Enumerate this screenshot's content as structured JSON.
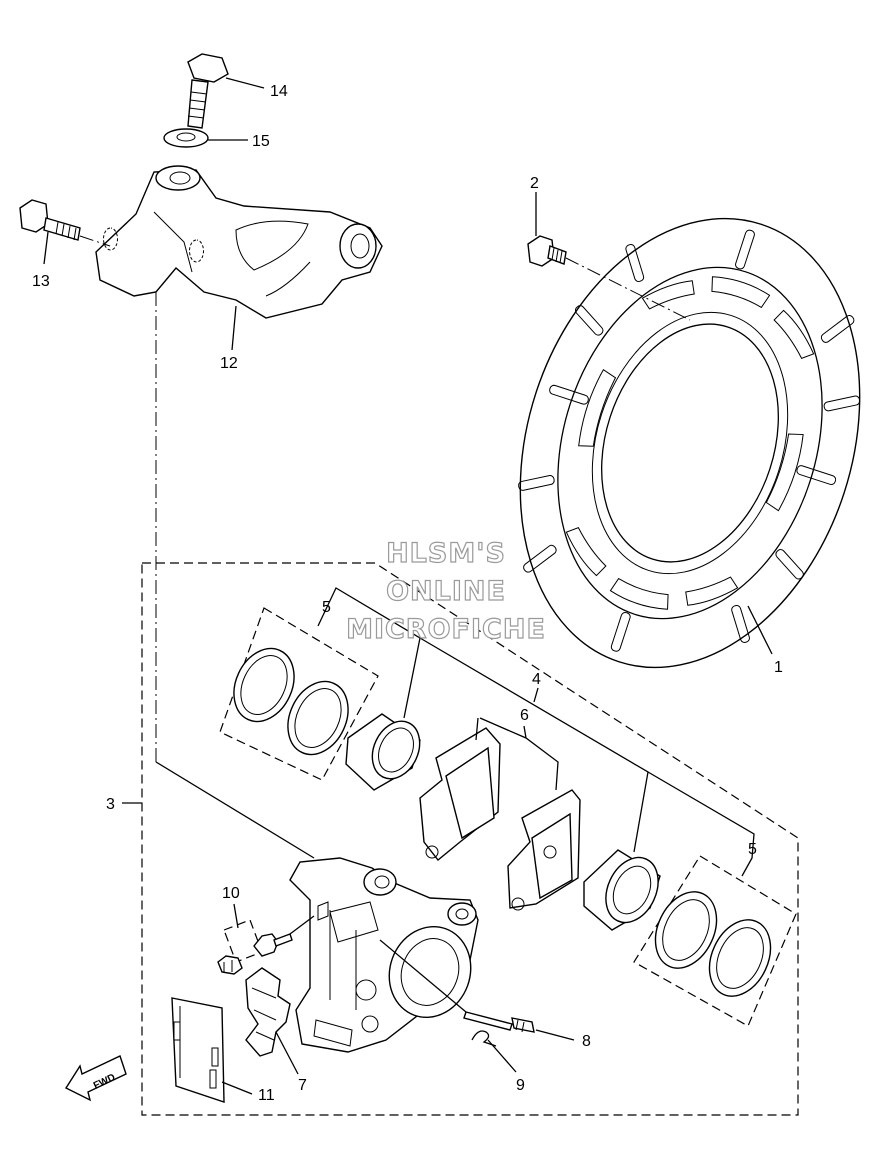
{
  "watermark": {
    "line1": "HLSM'S",
    "line2": "ONLINE",
    "line3": "MICROFICHE"
  },
  "fwd_label": "FWD",
  "callouts": {
    "c1": "1",
    "c2": "2",
    "c3": "3",
    "c4": "4",
    "c5a": "5",
    "c5b": "5",
    "c6": "6",
    "c7": "7",
    "c8": "8",
    "c9": "9",
    "c10": "10",
    "c11": "11",
    "c12": "12",
    "c13": "13",
    "c14": "14",
    "c15": "15"
  }
}
